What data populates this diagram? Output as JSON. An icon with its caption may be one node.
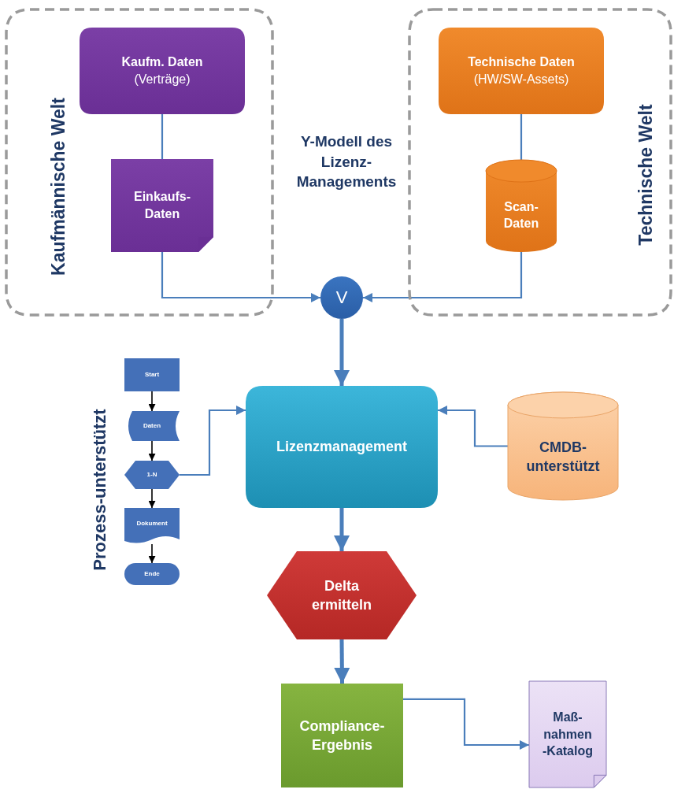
{
  "diagram": {
    "nodes": [
      {
        "text": [
          "Kaufmännische Welt"
        ]
      },
      {
        "text": [
          "Kaufm. Daten",
          "(Verträge)"
        ],
        "in": 0
      },
      {
        "text": [
          "Einkaufs- Daten"
        ],
        "in": 0
      },
      {
        "text": [
          "Technische Welt"
        ]
      },
      {
        "text": [
          "Technische Daten",
          "(HW/SW-Assets)"
        ],
        "in": 3
      },
      {
        "text": [
          "Scan- Daten"
        ],
        "in": 3
      },
      {
        "text": [
          "V"
        ]
      },
      {
        "text": [
          "Start"
        ]
      },
      {
        "text": [
          "Daten"
        ]
      },
      {
        "text": [
          "1-N"
        ]
      },
      {
        "text": [
          "Dokument"
        ]
      },
      {
        "text": [
          "Ende"
        ]
      },
      {
        "text": [
          "Lizenzmanagement"
        ]
      },
      {
        "text": [
          "CMDB- unterstützt"
        ]
      },
      {
        "text": [
          "Delta ermitteln"
        ]
      },
      {
        "text": [
          "Compliance- Ergebnis"
        ]
      },
      {
        "text": [
          "Maß- nahmen -Katalog"
        ]
      }
    ],
    "edges": [
      {
        "from": 1,
        "to": 2,
        "arrow": "none"
      },
      {
        "from": 2,
        "to": 6,
        "arrow": "to"
      },
      {
        "from": 4,
        "to": 5,
        "arrow": "none"
      },
      {
        "from": 5,
        "to": 6,
        "arrow": "to"
      },
      {
        "from": 6,
        "to": 12,
        "arrow": "to",
        "style": "thick"
      },
      {
        "from": 13,
        "to": 12,
        "arrow": "to"
      },
      {
        "from": 9,
        "to": 12,
        "arrow": "to"
      },
      {
        "from": 7,
        "to": 8,
        "arrow": "to",
        "color": "#000000"
      },
      {
        "from": 8,
        "to": 9,
        "arrow": "to",
        "color": "#000000"
      },
      {
        "from": 9,
        "to": 10,
        "arrow": "to",
        "color": "#000000"
      },
      {
        "from": 10,
        "to": 11,
        "arrow": "to",
        "color": "#000000"
      },
      {
        "from": 12,
        "to": 14,
        "arrow": "to",
        "style": "thick"
      },
      {
        "from": 14,
        "to": 15,
        "arrow": "to",
        "style": "thick"
      },
      {
        "from": 15,
        "to": 16,
        "arrow": "to"
      }
    ],
    "labels": [
      "Y-Modell des Lizenz- Managements",
      "Prozess-unterstützt"
    ]
  }
}
